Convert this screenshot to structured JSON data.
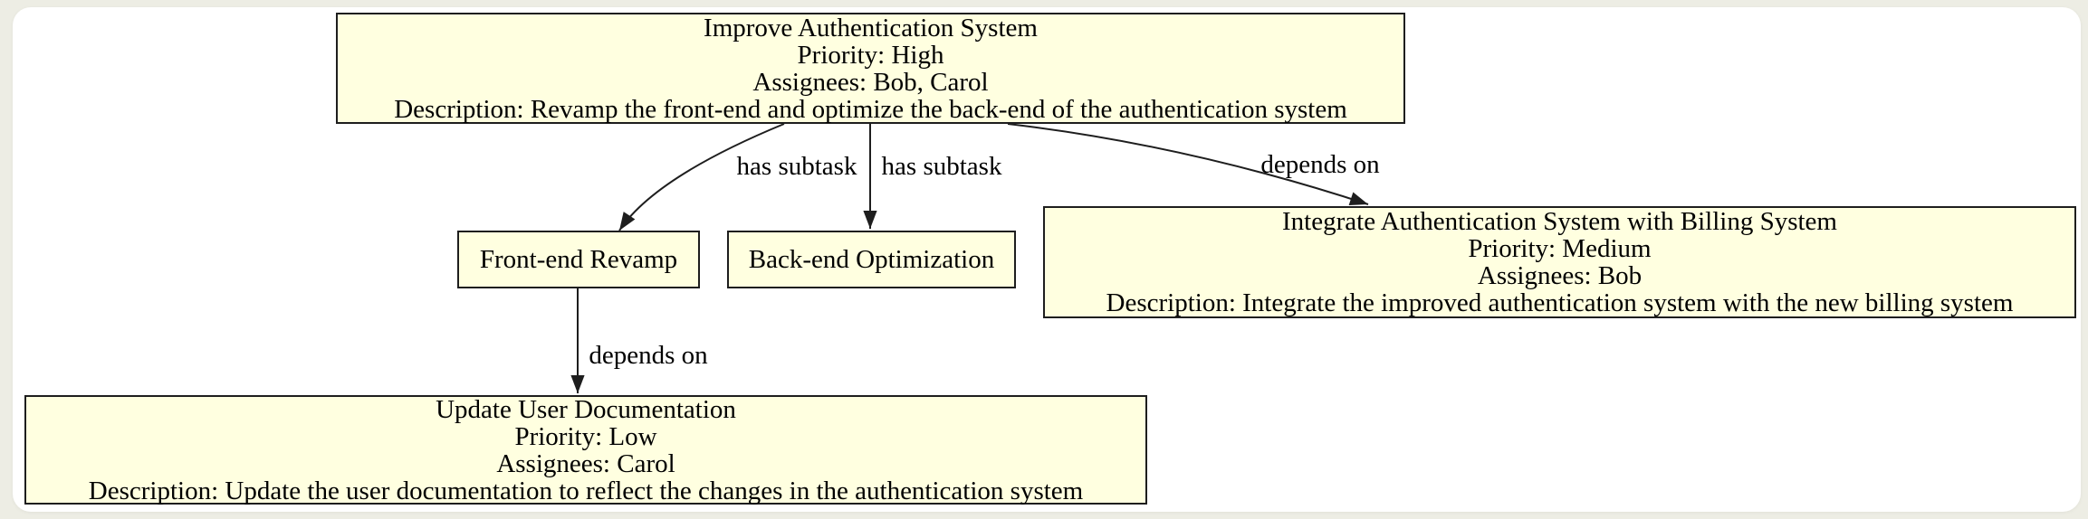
{
  "graph": {
    "colors": {
      "page_bg": "#EDEDE4",
      "canvas_bg": "#FFFFFF",
      "node_fill": "#FFFFE0",
      "node_border": "#1E1E1E",
      "edge": "#1E1E1E",
      "text": "#000000"
    },
    "nodes": [
      {
        "id": "improve-authentication-system",
        "title": "Improve Authentication System",
        "priority": "Priority: High",
        "assignees": "Assignees: Bob, Carol",
        "description": "Description: Revamp the front-end and optimize the back-end of the authentication system"
      },
      {
        "id": "front-end-revamp",
        "title": "Front-end Revamp"
      },
      {
        "id": "back-end-optimization",
        "title": "Back-end Optimization"
      },
      {
        "id": "integrate-authentication-with-billing",
        "title": "Integrate Authentication System with Billing System",
        "priority": "Priority: Medium",
        "assignees": "Assignees: Bob",
        "description": "Description: Integrate the improved authentication system with the new billing system"
      },
      {
        "id": "update-user-documentation",
        "title": "Update User Documentation",
        "priority": "Priority: Low",
        "assignees": "Assignees: Carol",
        "description": "Description: Update the user documentation to reflect the changes in the authentication system"
      }
    ],
    "edges": [
      {
        "from": "improve-authentication-system",
        "to": "front-end-revamp",
        "label": "has subtask"
      },
      {
        "from": "improve-authentication-system",
        "to": "back-end-optimization",
        "label": "has subtask"
      },
      {
        "from": "improve-authentication-system",
        "to": "integrate-authentication-with-billing",
        "label": "depends on"
      },
      {
        "from": "front-end-revamp",
        "to": "update-user-documentation",
        "label": "depends on"
      }
    ]
  }
}
